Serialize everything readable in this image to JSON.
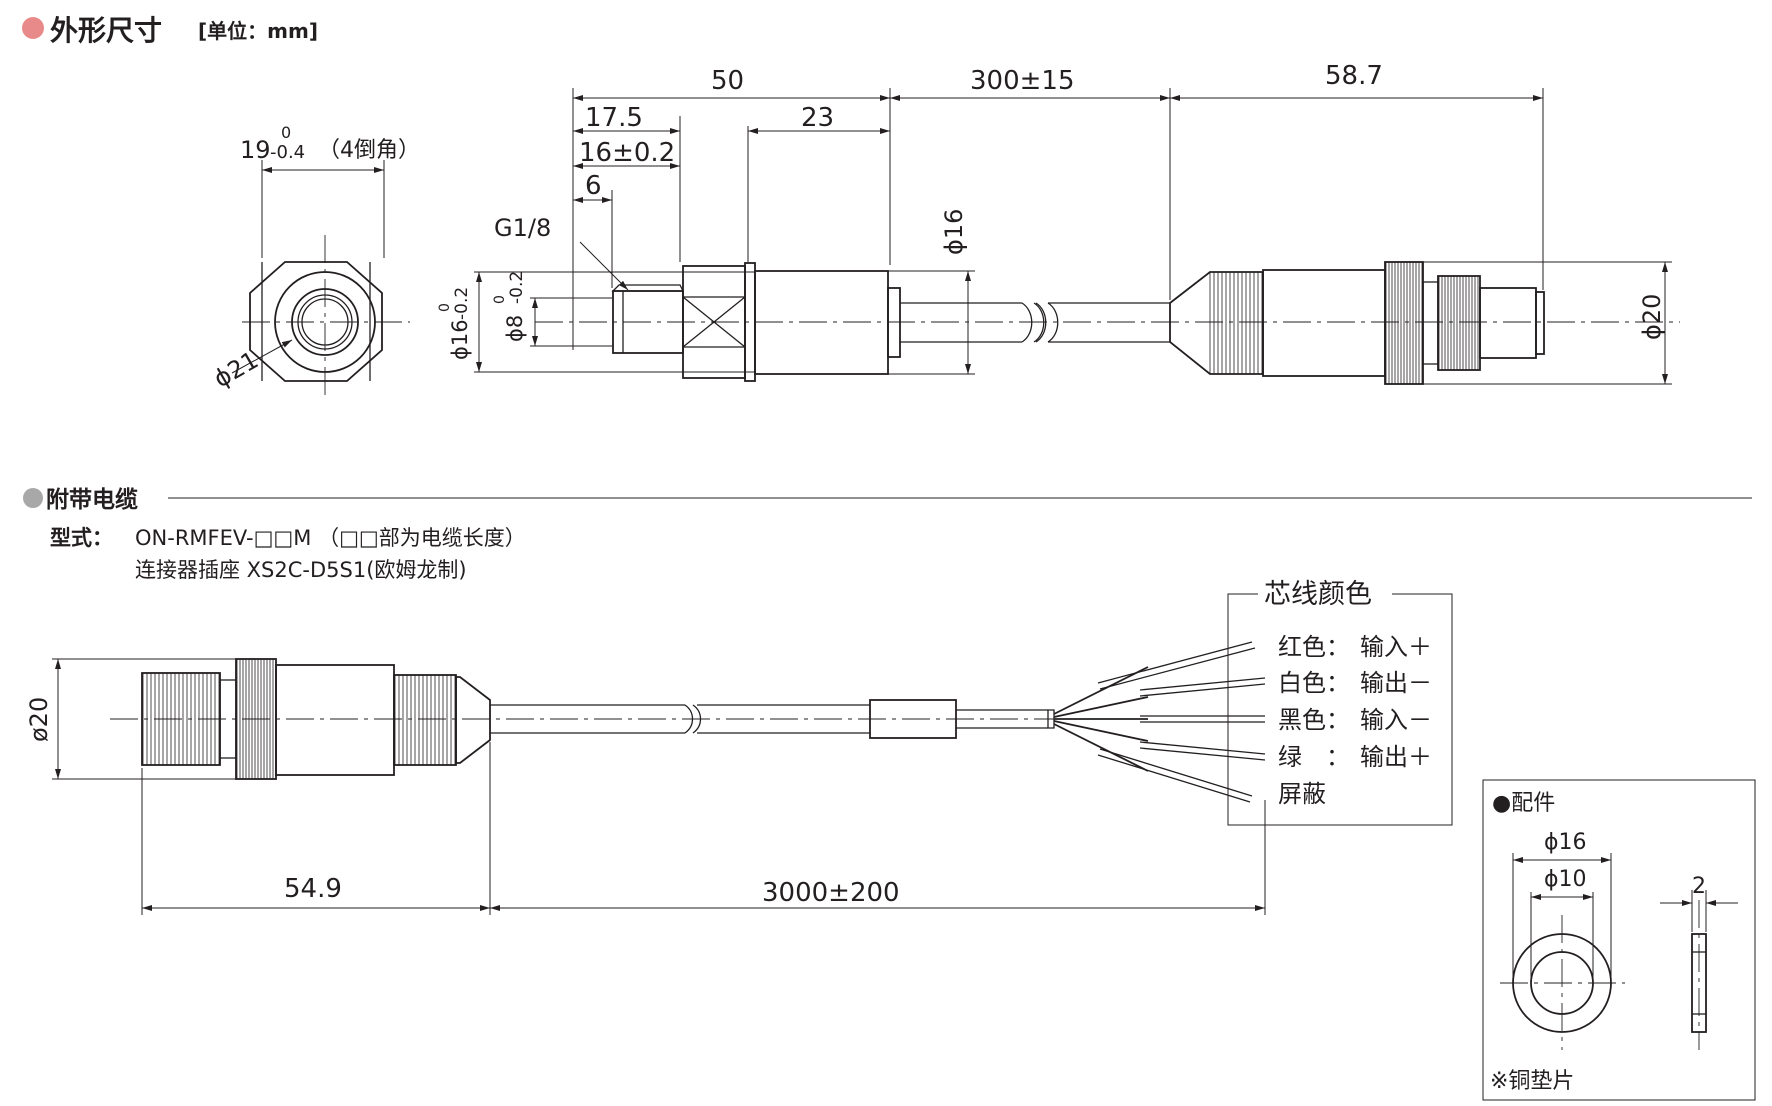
{
  "section_main": {
    "title": "外形尺寸",
    "unit": "[单位：mm]",
    "bullet_color": "#e88a8a"
  },
  "end_view": {
    "hex_dim": "19",
    "hex_tol_upper": "0",
    "hex_tol_lower": "-0.4",
    "hex_note": "（4倒角）",
    "diameter": "ϕ21"
  },
  "side_view": {
    "dim_total": "50",
    "dim_cable": "300±15",
    "dim_connector": "58.7",
    "dim_17_5": "17.5",
    "dim_16": "16±0.2",
    "dim_6": "6",
    "dim_23": "23",
    "thread": "G1/8",
    "dia_16": "ϕ16",
    "dia_20": "ϕ20",
    "dia_16_tol": "ϕ16",
    "dia_16_tol_upper": "0",
    "dia_16_tol_lower": "-0.2",
    "dia_8_tol": "ϕ8",
    "dia_8_tol_upper": "0",
    "dia_8_tol_lower": "-0.2"
  },
  "section_cable": {
    "title": "附带电缆",
    "bullet_color": "#a8a8a8",
    "model_label": "型式：",
    "model_value": "ON-RMFEV-□□M （□□部为电缆长度）",
    "socket_value": "连接器插座 XS2C-D5S1(欧姆龙制)"
  },
  "cable_view": {
    "dia": "ø20",
    "dim_connector": "54.9",
    "dim_cable": "3000±200"
  },
  "wire_colors": {
    "title": "芯线颜色",
    "rows": [
      {
        "color": "红色：",
        "function": "输入＋"
      },
      {
        "color": "白色：",
        "function": "输出－"
      },
      {
        "color": "黑色：",
        "function": "输入－"
      },
      {
        "color": "绿　：",
        "function": "输出＋"
      },
      {
        "color": "屏蔽",
        "function": ""
      }
    ]
  },
  "accessory": {
    "title": "●配件",
    "outer_dia": "ϕ16",
    "inner_dia": "ϕ10",
    "thickness": "2",
    "note": "※铜垫片"
  }
}
